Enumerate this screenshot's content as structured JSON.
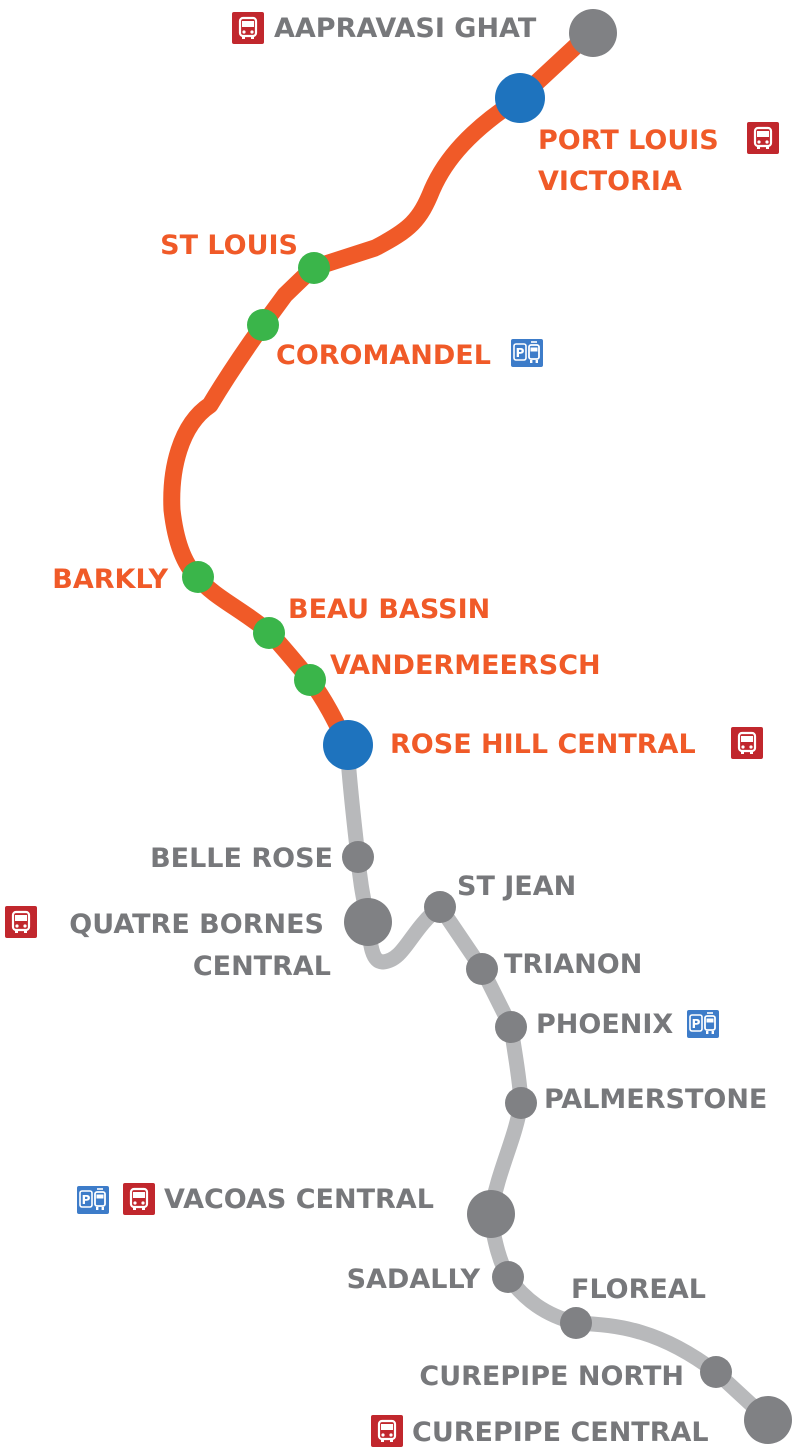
{
  "colors": {
    "active_line": "#f05a28",
    "future_line": "#b8b9bb",
    "interchange_station": "#1e73be",
    "station_active": "#3ab54a",
    "station_future": "#808184",
    "label_active": "#f05a28",
    "label_future": "#77787b",
    "bus_icon": "#c1272d",
    "park_ride_icon": "#3d7cc9"
  },
  "icons": {
    "bus": "bus-icon",
    "park_ride": "park-and-ride-icon",
    "park_letter": "P"
  },
  "stations": [
    {
      "id": "aapravasi-ghat",
      "name": "AAPRAVASI GHAT",
      "status": "future",
      "icons": [
        "bus"
      ]
    },
    {
      "id": "port-louis-victoria",
      "name_lines": [
        "PORT LOUIS",
        "VICTORIA"
      ],
      "status": "interchange",
      "icons": [
        "bus"
      ]
    },
    {
      "id": "st-louis",
      "name": "ST LOUIS",
      "status": "active",
      "icons": []
    },
    {
      "id": "coromandel",
      "name": "COROMANDEL",
      "status": "active",
      "icons": [
        "park_ride"
      ]
    },
    {
      "id": "barkly",
      "name": "BARKLY",
      "status": "active",
      "icons": []
    },
    {
      "id": "beau-bassin",
      "name": "BEAU BASSIN",
      "status": "active",
      "icons": []
    },
    {
      "id": "vandermeersch",
      "name": "VANDERMEERSCH",
      "status": "active",
      "icons": []
    },
    {
      "id": "rose-hill-central",
      "name": "ROSE HILL CENTRAL",
      "status": "interchange",
      "icons": [
        "bus"
      ]
    },
    {
      "id": "belle-rose",
      "name": "BELLE ROSE",
      "status": "future",
      "icons": []
    },
    {
      "id": "quatre-bornes-central",
      "name_lines": [
        "QUATRE BORNES",
        "CENTRAL"
      ],
      "status": "future",
      "icons": [
        "bus"
      ]
    },
    {
      "id": "st-jean",
      "name": "ST JEAN",
      "status": "future",
      "icons": []
    },
    {
      "id": "trianon",
      "name": "TRIANON",
      "status": "future",
      "icons": []
    },
    {
      "id": "phoenix",
      "name": "PHOENIX",
      "status": "future",
      "icons": [
        "park_ride"
      ]
    },
    {
      "id": "palmerstone",
      "name": "PALMERSTONE",
      "status": "future",
      "icons": []
    },
    {
      "id": "vacoas-central",
      "name": "VACOAS CENTRAL",
      "status": "future",
      "icons": [
        "park_ride",
        "bus"
      ]
    },
    {
      "id": "sadally",
      "name": "SADALLY",
      "status": "future",
      "icons": []
    },
    {
      "id": "floreal",
      "name": "FLOREAL",
      "status": "future",
      "icons": []
    },
    {
      "id": "curepipe-north",
      "name": "CUREPIPE NORTH",
      "status": "future",
      "icons": []
    },
    {
      "id": "curepipe-central",
      "name": "CUREPIPE CENTRAL",
      "status": "future",
      "icons": [
        "bus"
      ]
    }
  ]
}
